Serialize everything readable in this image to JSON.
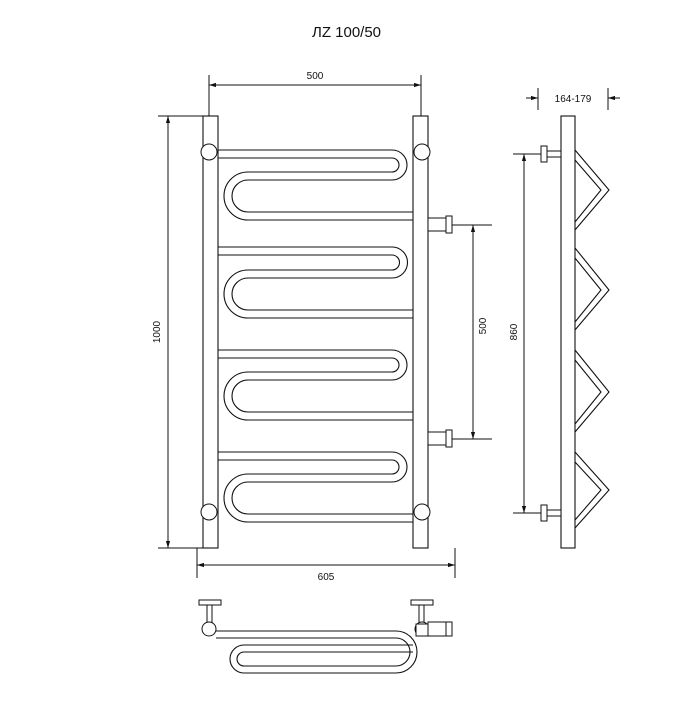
{
  "drawing": {
    "title": "ЛZ 100/50",
    "dimensions": {
      "top_width": "500",
      "overall_width": "605",
      "height": "1000",
      "connection_spacing": "500",
      "side_height": "860",
      "depth": "164-179"
    }
  }
}
